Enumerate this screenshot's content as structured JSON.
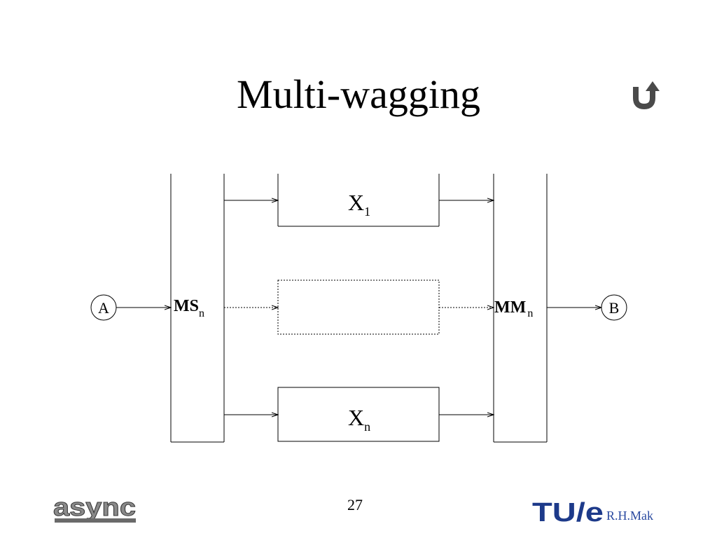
{
  "slide": {
    "title": "Multi-wagging",
    "page_number": "27",
    "author": "R.H.Mak",
    "return_icon": "return-arrow-icon",
    "logos": {
      "left": "async",
      "right": "TU/e"
    }
  },
  "diagram": {
    "input_node": "A",
    "output_node": "B",
    "splitter": {
      "name": "MS",
      "sub": "n"
    },
    "merger": {
      "name": "MM",
      "sub": "n"
    },
    "branch_top": {
      "name": "X",
      "sub": "1"
    },
    "branch_bottom": {
      "name": "X",
      "sub": "n"
    }
  },
  "colors": {
    "tue_blue": "#1d3a8a",
    "author": "#2a4aa0",
    "async_gray": "#8a8a8a"
  }
}
